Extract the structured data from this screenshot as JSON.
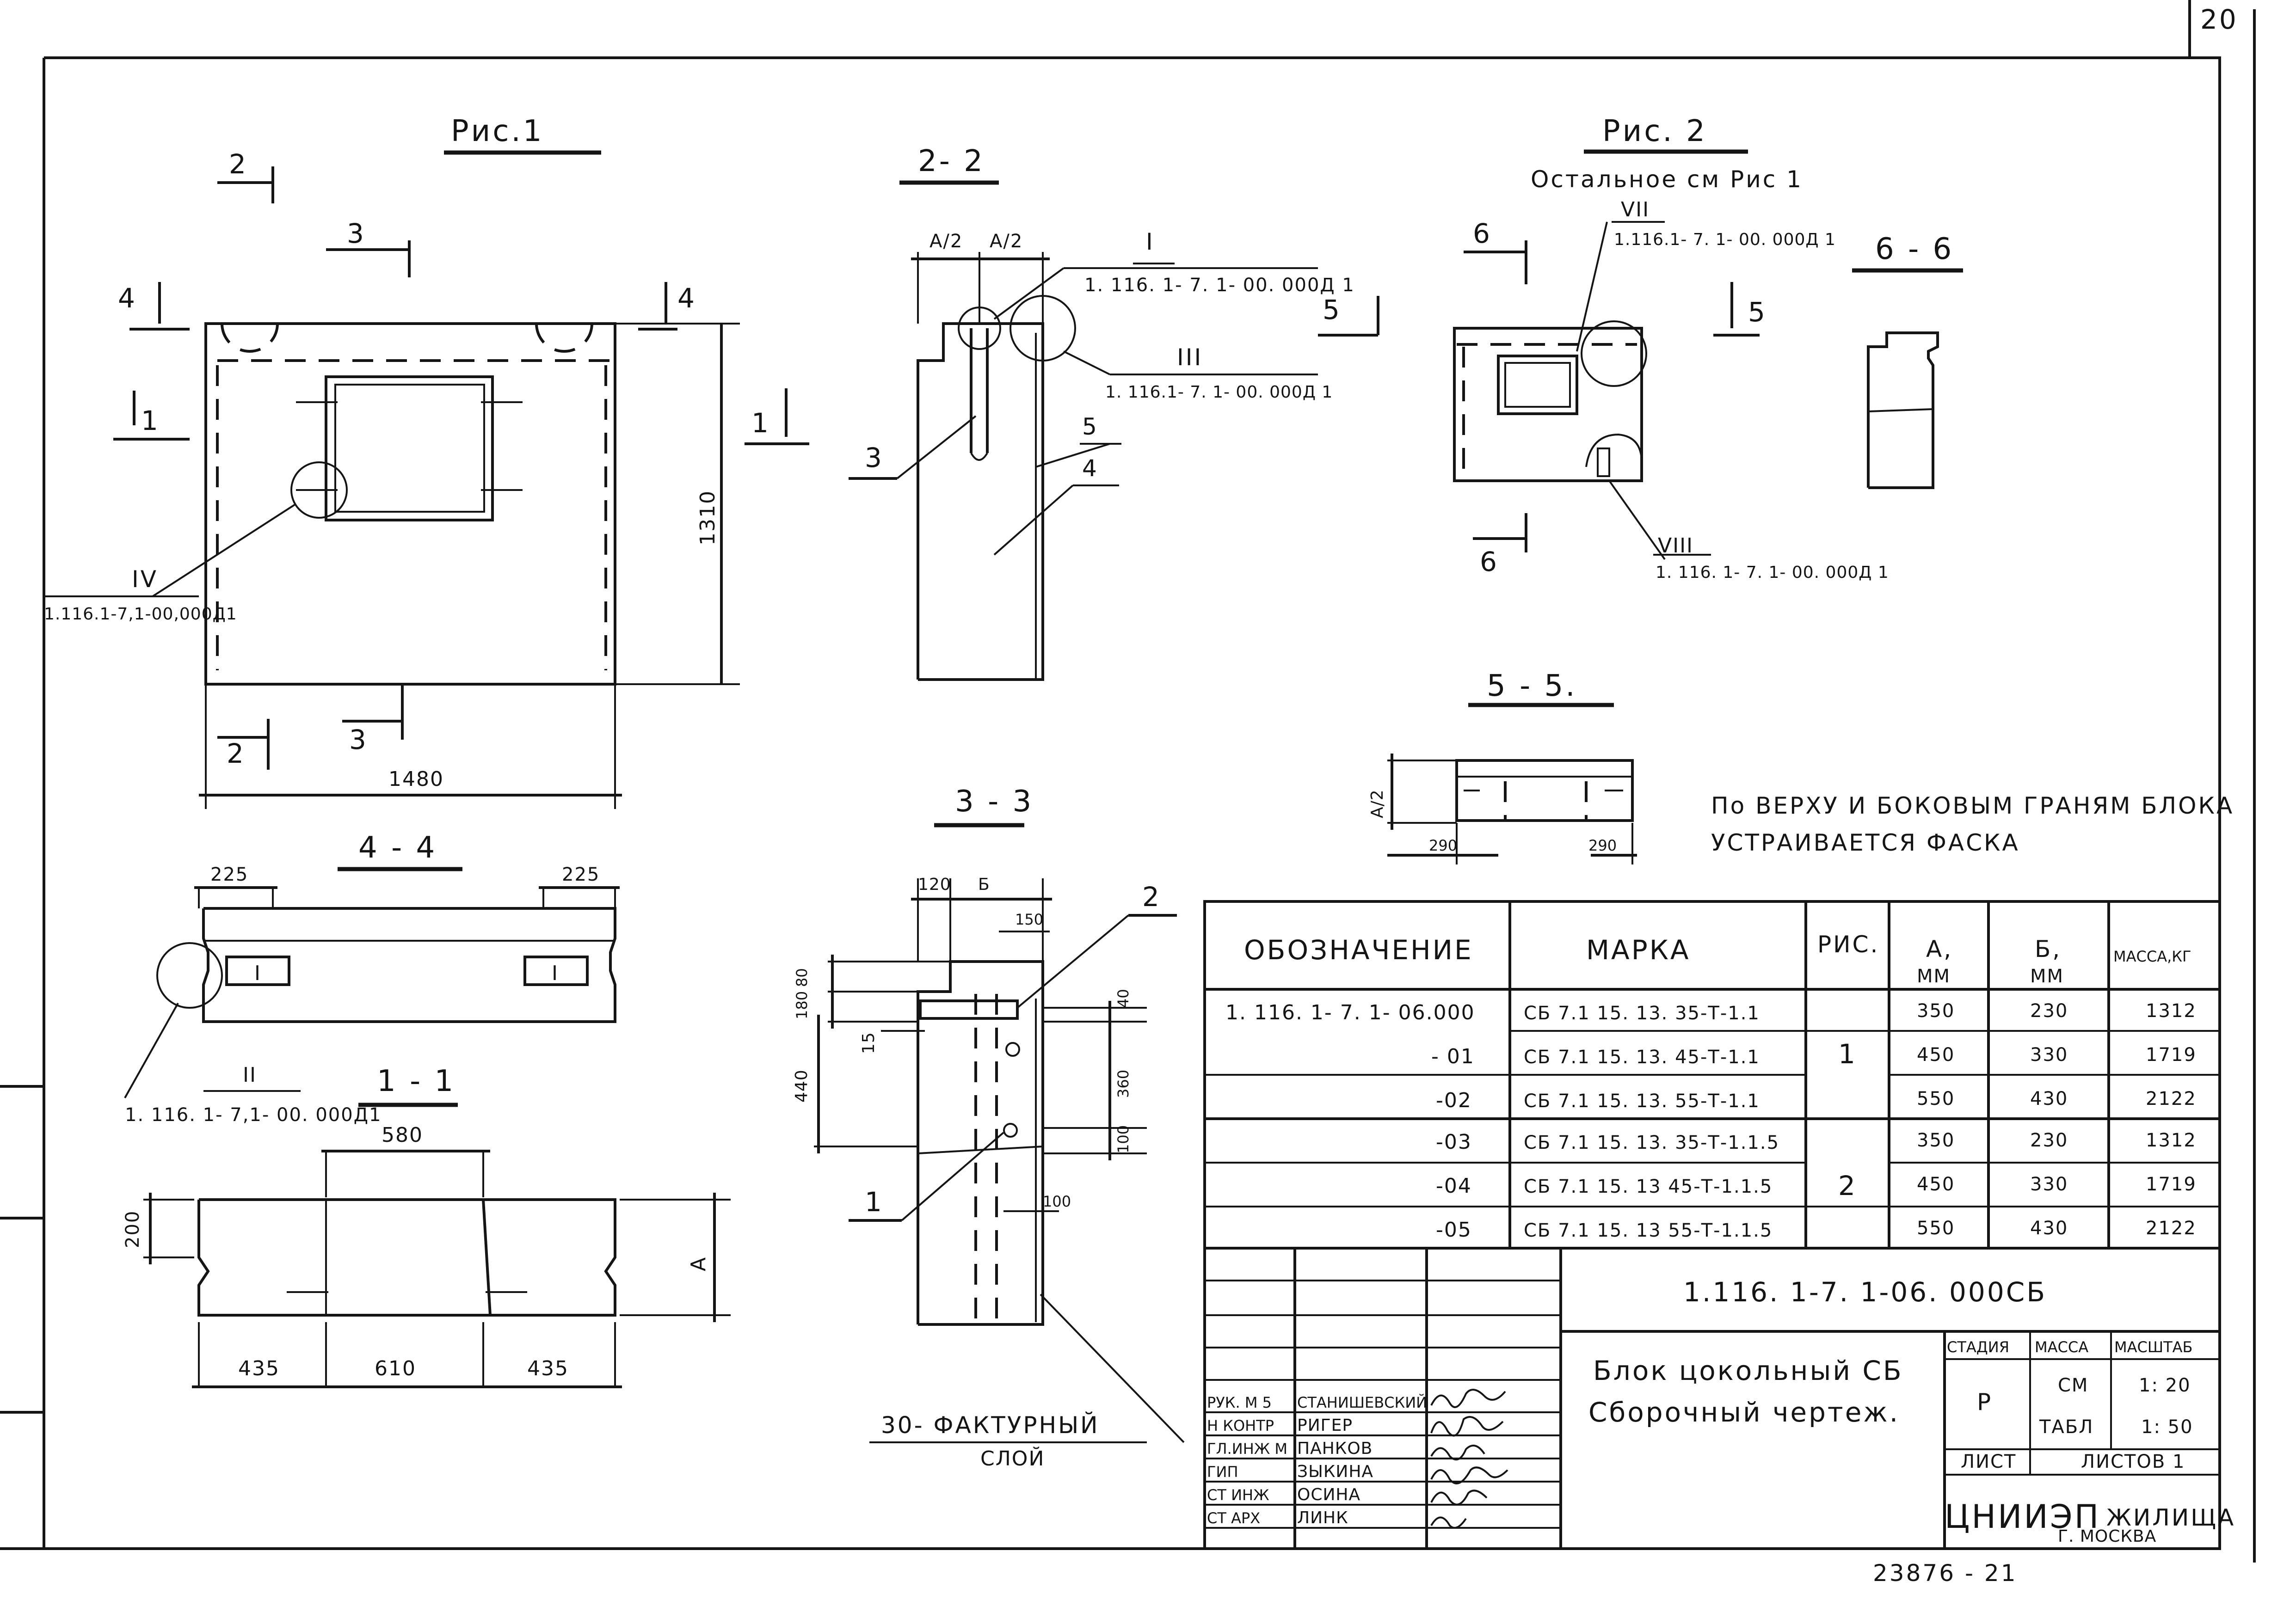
{
  "page_number": "20",
  "figures": {
    "fig1": "Рис.1",
    "fig2": "Рис. 2",
    "fig2_note": "Остальное  см   Рис 1"
  },
  "sections": {
    "s22": "2- 2",
    "s33": "3 - 3",
    "s44": "4 - 4",
    "s11": "1 - 1",
    "s55": "5 - 5.",
    "s66": "6 - 6"
  },
  "cut_marks": [
    "1",
    "2",
    "3",
    "4",
    "5",
    "6"
  ],
  "roman_marks": {
    "I": "I",
    "II": "II",
    "III": "III",
    "IV": "IV",
    "VII": "VII",
    "VIII": "VIII"
  },
  "node_refs": {
    "I": "1. 116. 1- 7. 1- 00. 000Д 1",
    "II": "1. 116. 1- 7,1- 00. 000Д1",
    "III": "1. 116.1- 7. 1- 00. 000Д 1",
    "IV": "1.116.1-7,1-00,000Д1",
    "VII": "1.116.1- 7. 1- 00. 000Д 1",
    "VIII": "1. 116. 1- 7. 1- 00. 000Д 1"
  },
  "dimensions": {
    "fig1_height": "1310",
    "fig1_width": "1480",
    "s22_half_a": "A/2",
    "s22_half_a2": "A/2",
    "s44_left": "225",
    "s44_right": "225",
    "s11_top": "580",
    "s11_left_h": "200",
    "s11_right_h": "A",
    "s11_b1": "435",
    "s11_b2": "610",
    "s11_b3": "435",
    "s33_120": "120",
    "s33_b": "Б",
    "s33_150": "150",
    "s33_80": "80",
    "s33_180": "180",
    "s33_15": "15",
    "s33_440": "440",
    "s33_40": "40",
    "s33_360": "360",
    "s33_100a": "100",
    "s33_100b": "100",
    "s55_a2": "A/2",
    "s55_l": "290",
    "s55_r": "290"
  },
  "part_labels": {
    "p1": "1",
    "p2": "2",
    "p3": "3",
    "p4": "4",
    "p5": "5"
  },
  "face_layer_note": "30- ФАКТУРНЫЙ",
  "face_layer_note2": "СЛОЙ",
  "chamfer_note_line1": "По ВЕРХУ И БОКОВЫМ ГРАНЯМ БЛОКА",
  "chamfer_note_line2": "УСТРАИВАЕТСЯ ФАСКА",
  "spec_table": {
    "headers": {
      "designation": "ОБОЗНАЧЕНИЕ",
      "mark": "МАРКА",
      "fig": "РИС.",
      "a": "А,",
      "a_unit": "ММ",
      "b": "Б,",
      "b_unit": "ММ",
      "mass": "МАССА,КГ"
    },
    "rows": [
      {
        "designation": "1. 116. 1- 7. 1- 06.000",
        "mark": "СБ 7.1 15. 13. 35-Т-1.1",
        "a": "350",
        "b": "230",
        "mass": "1312"
      },
      {
        "designation": "- 01",
        "mark": "СБ 7.1 15. 13. 45-Т-1.1",
        "a": "450",
        "b": "330",
        "mass": "1719"
      },
      {
        "designation": "-02",
        "mark": "СБ 7.1 15. 13. 55-Т-1.1",
        "a": "550",
        "b": "430",
        "mass": "2122"
      },
      {
        "designation": "-03",
        "mark": "СБ 7.1 15. 13. 35-Т-1.1.5",
        "a": "350",
        "b": "230",
        "mass": "1312"
      },
      {
        "designation": "-04",
        "mark": "СБ 7.1 15. 13 45-Т-1.1.5",
        "a": "450",
        "b": "330",
        "mass": "1719"
      },
      {
        "designation": "-05",
        "mark": "СБ 7.1 15. 13 55-Т-1.1.5",
        "a": "550",
        "b": "430",
        "mass": "2122"
      }
    ],
    "fig_group1": "1",
    "fig_group2": "2"
  },
  "title_block": {
    "doc_code": "1.116. 1-7. 1-06. 000СБ",
    "title_line1": "Блок  цокольный СБ",
    "title_line2": "Сборочный   чертеж.",
    "stage_header": "СТАДИЯ",
    "mass_header": "МАССА",
    "scale_header": "МАСШТАБ",
    "stage_value": "Р",
    "mass_value_1": "СМ",
    "mass_value_2": "ТАБЛ",
    "scale_value_1": "1: 20",
    "scale_value_2": "1: 50",
    "sheet_label": "ЛИСТ",
    "sheets_label": "ЛИСТОВ 1",
    "org_name": "ЦНИИЭП",
    "org_suffix": "ЖИЛИЩА",
    "org_city": "Г. МОСКВА",
    "signatures": [
      {
        "role": "РУК. М 5",
        "name": "СТАНИШЕВСКИЙ"
      },
      {
        "role": "Н КОНТР",
        "name": "РИГЕР"
      },
      {
        "role": "ГЛ.ИНЖ М",
        "name": "ПАНКОВ"
      },
      {
        "role": "ГИП",
        "name": "ЗЫКИНА"
      },
      {
        "role": "СТ ИНЖ",
        "name": "ОСИНА"
      },
      {
        "role": "СТ АРХ",
        "name": "ЛИНК"
      }
    ]
  },
  "bottom_number": "23876 - 21"
}
